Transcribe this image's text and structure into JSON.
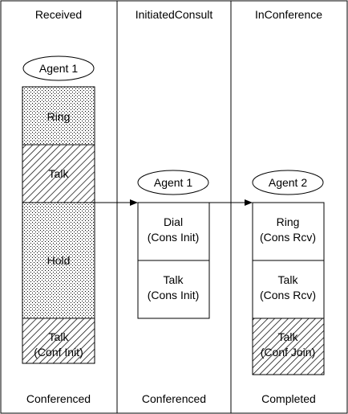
{
  "columns": [
    {
      "header": "Received",
      "footer": "Conferenced"
    },
    {
      "header": "InitiatedConsult",
      "footer": "Conferenced"
    },
    {
      "header": "InConference",
      "footer": "Completed"
    }
  ],
  "agents": {
    "received": "Agent 1",
    "consult": "Agent 1",
    "conference": "Agent 2"
  },
  "states": {
    "received": [
      {
        "line1": "Ring",
        "line2": "",
        "fill": "dots"
      },
      {
        "line1": "Talk",
        "line2": "",
        "fill": "hatch"
      },
      {
        "line1": "Hold",
        "line2": "",
        "fill": "dots"
      },
      {
        "line1": "Talk",
        "line2": "(Conf Init)",
        "fill": "hatch"
      }
    ],
    "consult": [
      {
        "line1": "Dial",
        "line2": "(Cons Init)",
        "fill": "none"
      },
      {
        "line1": "Talk",
        "line2": "(Cons Init)",
        "fill": "none"
      }
    ],
    "conference": [
      {
        "line1": "Ring",
        "line2": "(Cons Rcv)",
        "fill": "none"
      },
      {
        "line1": "Talk",
        "line2": "(Cons Rcv)",
        "fill": "none"
      },
      {
        "line1": "Talk",
        "line2": "(Conf Join)",
        "fill": "hatch"
      }
    ]
  }
}
